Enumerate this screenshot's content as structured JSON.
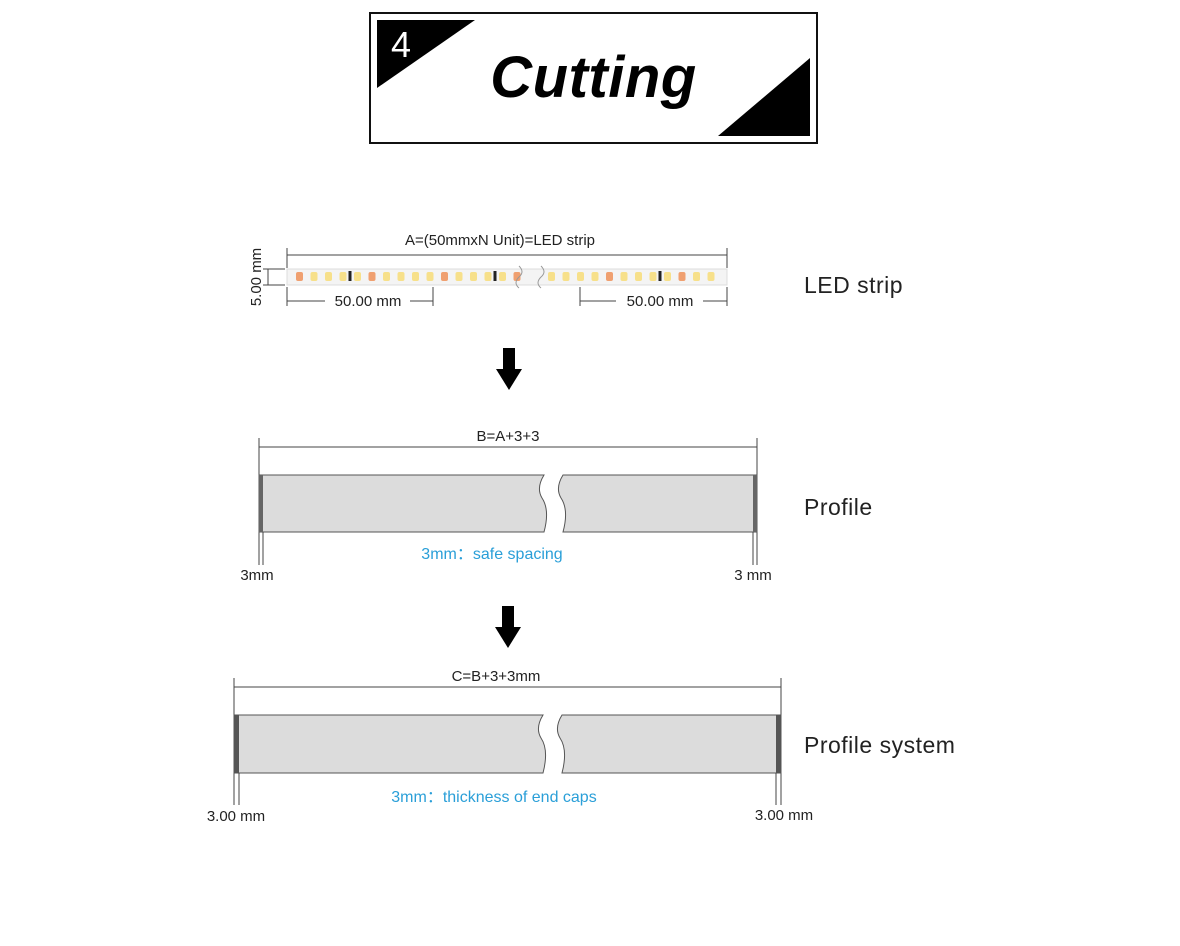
{
  "header": {
    "step_number": "4",
    "title": "Cutting"
  },
  "led_strip": {
    "label": "LED strip",
    "formula": "A=(50mmxN Unit)=LED strip",
    "height_dim": "5.00 mm",
    "unit_left": "50.00 mm",
    "unit_right": "50.00 mm"
  },
  "profile": {
    "label": "Profile",
    "formula": "B=A+3+3",
    "note": "3mm：safe spacing",
    "left_dim": "3mm",
    "right_dim": "3 mm"
  },
  "profile_system": {
    "label": "Profile system",
    "formula": "C=B+3+3mm",
    "note": "3mm：thickness of end caps",
    "left_dim": "3.00 mm",
    "right_dim": "3.00 mm"
  },
  "colors": {
    "note_blue": "#2a9fd8",
    "profile_fill": "#dcdcdc",
    "led_warm": "#f7e08a",
    "led_orange": "#f0a070"
  }
}
